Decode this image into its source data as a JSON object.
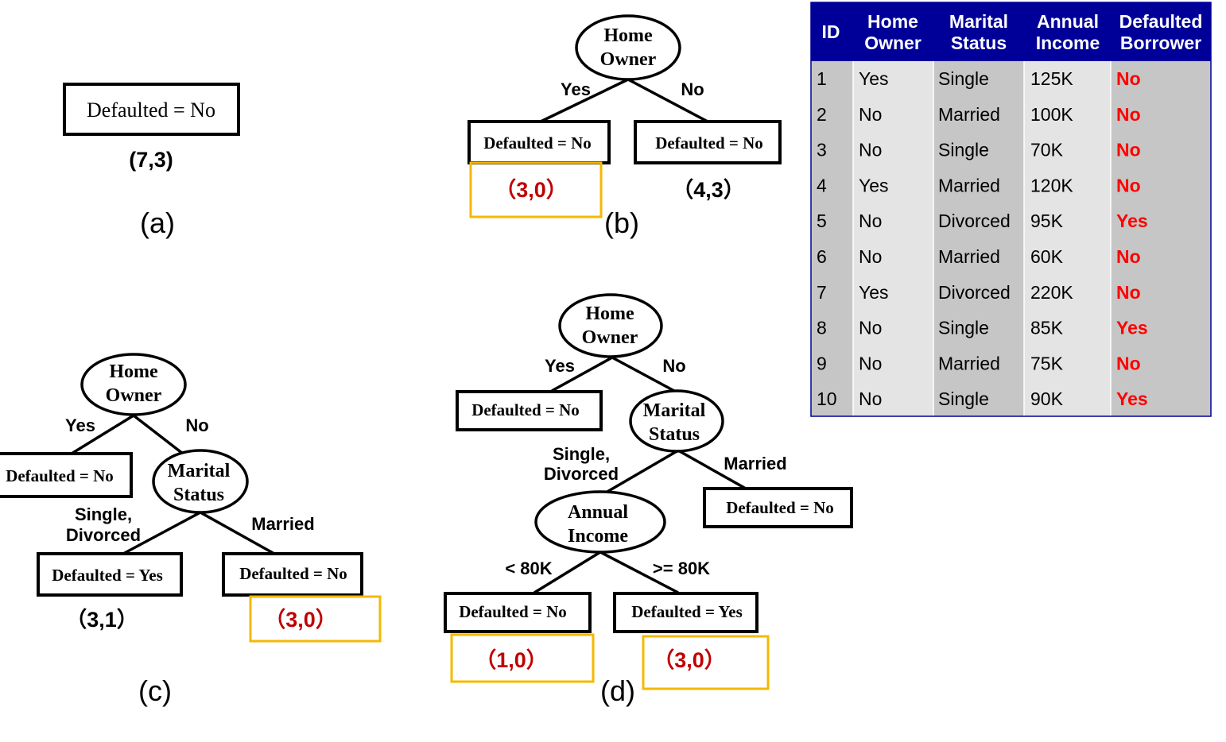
{
  "panel_a": {
    "leaf": "Defaulted = No",
    "count": "(7,3)",
    "label": "(a)"
  },
  "panel_b": {
    "root": [
      "Home",
      "Owner"
    ],
    "edge_yes": "Yes",
    "edge_no": "No",
    "leaf_left": "Defaulted = No",
    "leaf_right": "Defaulted = No",
    "count_left": "（3,0）",
    "count_right": "（4,3）",
    "label": "(b)"
  },
  "panel_c": {
    "root": [
      "Home",
      "Owner"
    ],
    "edge_yes": "Yes",
    "edge_no": "No",
    "leaf_yes": "Defaulted = No",
    "marital": [
      "Marital",
      "Status"
    ],
    "edge_single": [
      "Single,",
      "Divorced"
    ],
    "edge_married": "Married",
    "leaf_single": "Defaulted = Yes",
    "leaf_married": "Defaulted = No",
    "count_single": "（3,1）",
    "count_married": "（3,0）",
    "label": "(c)"
  },
  "panel_d": {
    "root": [
      "Home",
      "Owner"
    ],
    "edge_yes": "Yes",
    "edge_no": "No",
    "leaf_yes": "Defaulted = No",
    "marital": [
      "Marital",
      "Status"
    ],
    "edge_single": [
      "Single,",
      "Divorced"
    ],
    "edge_married": "Married",
    "leaf_married": "Defaulted = No",
    "income": [
      "Annual",
      "Income"
    ],
    "edge_lt": "< 80K",
    "edge_ge": ">= 80K",
    "leaf_lt": "Defaulted = No",
    "leaf_ge": "Defaulted = Yes",
    "count_lt": "（1,0）",
    "count_ge": "（3,0）",
    "label": "(d)"
  },
  "table": {
    "headers": [
      [
        "ID"
      ],
      [
        "Home",
        "Owner"
      ],
      [
        "Marital",
        "Status"
      ],
      [
        "Annual",
        "Income"
      ],
      [
        "Defaulted",
        "Borrower"
      ]
    ],
    "rows": [
      [
        "1",
        "Yes",
        "Single",
        "125K",
        "No"
      ],
      [
        "2",
        "No",
        "Married",
        "100K",
        "No"
      ],
      [
        "3",
        "No",
        "Single",
        "70K",
        "No"
      ],
      [
        "4",
        "Yes",
        "Married",
        "120K",
        "No"
      ],
      [
        "5",
        "No",
        "Divorced",
        "95K",
        "Yes"
      ],
      [
        "6",
        "No",
        "Married",
        "60K",
        "No"
      ],
      [
        "7",
        "Yes",
        "Divorced",
        "220K",
        "No"
      ],
      [
        "8",
        "No",
        "Single",
        "85K",
        "Yes"
      ],
      [
        "9",
        "No",
        "Married",
        "75K",
        "No"
      ],
      [
        "10",
        "No",
        "Single",
        "90K",
        "Yes"
      ]
    ]
  },
  "colors": {
    "header_bg": "#000099",
    "light_col": "#E4E4E4",
    "dark_col": "#C6C6C6",
    "highlight": "#F5B800",
    "count_red": "#C00000",
    "label_red": "#FF0000"
  }
}
